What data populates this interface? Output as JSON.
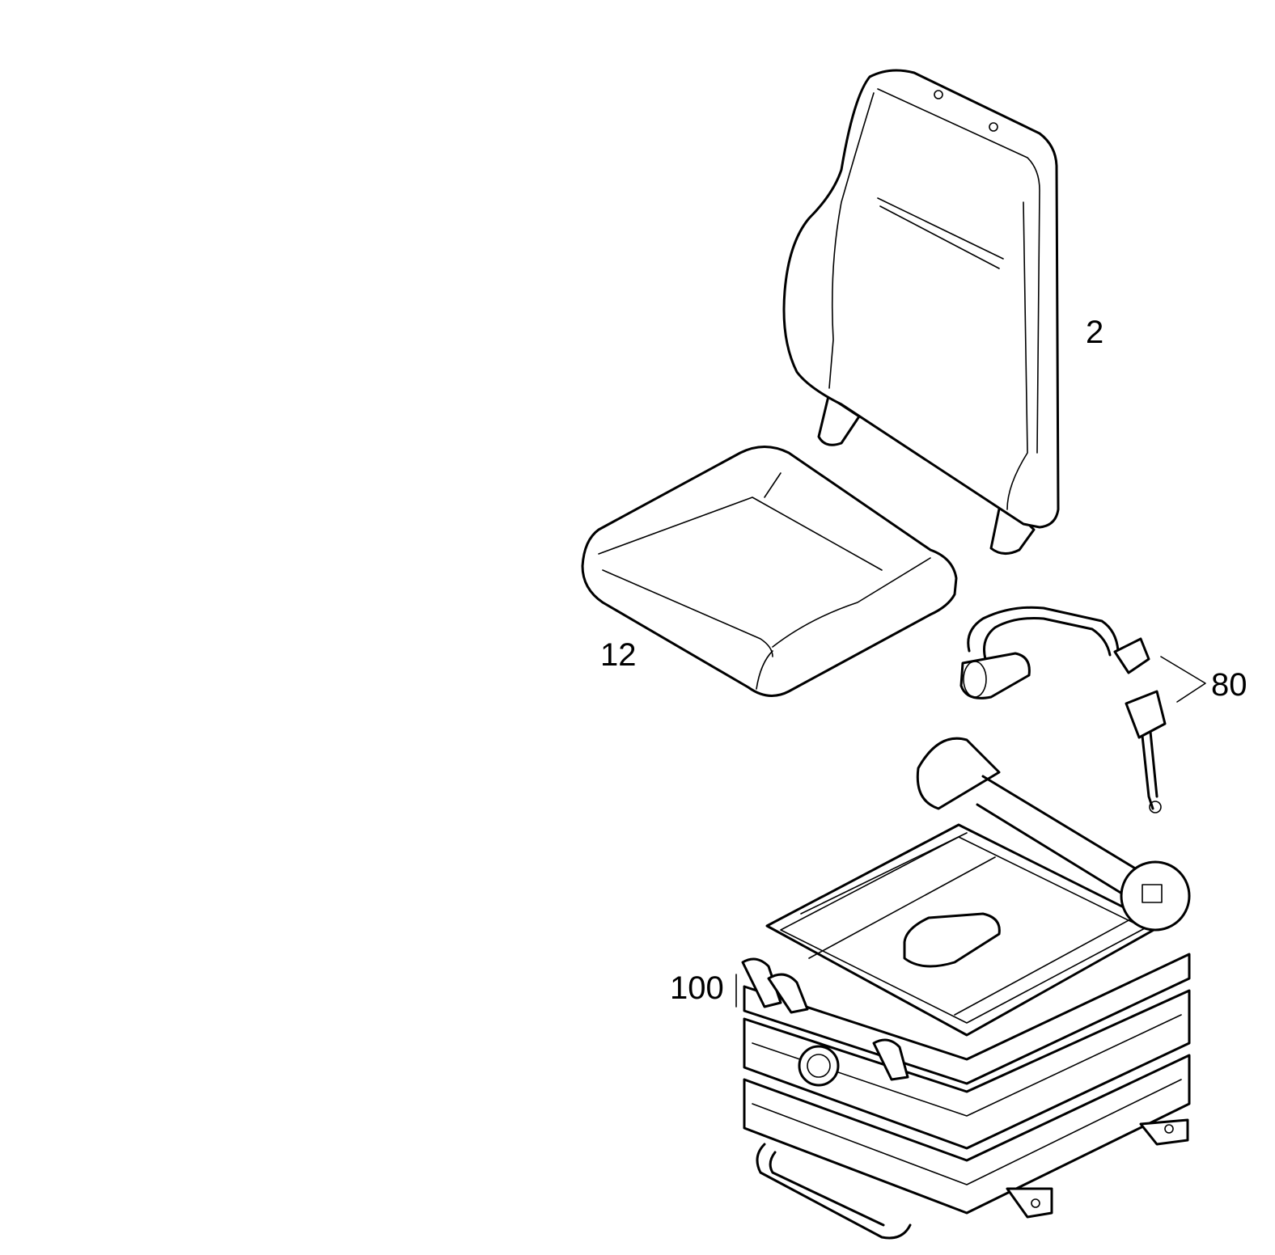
{
  "diagram": {
    "callouts": [
      {
        "id": "seat-back",
        "number": "2"
      },
      {
        "id": "seat-cushion",
        "number": "12"
      },
      {
        "id": "seat-belt",
        "number": "80"
      },
      {
        "id": "suspension-base",
        "number": "100"
      }
    ]
  }
}
